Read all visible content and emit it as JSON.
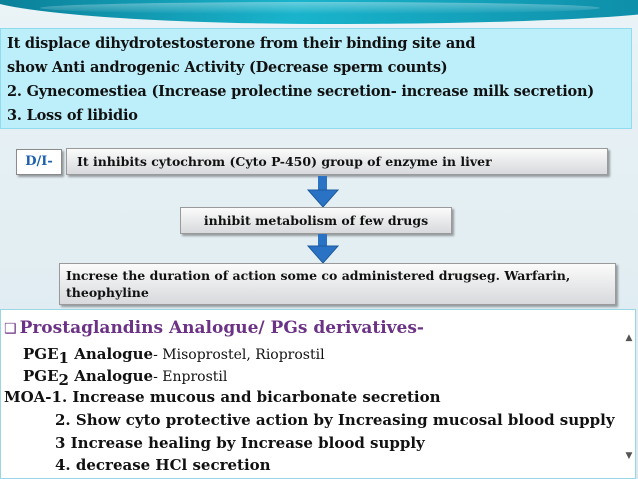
{
  "cyan_box": {
    "lines": [
      "It displace dihydrotestosterone from their binding site and",
      "show  Anti  androgenic Activity (Decrease sperm counts)",
      "2. Gynecomestiea (Increase prolectine secretion- increase milk secretion)",
      "3. Loss of libidio"
    ]
  },
  "flow": {
    "di_label": "D/I-",
    "step1": "It inhibits cytochrom (Cyto P-450) group of enzyme in liver",
    "step2": "inhibit metabolism of few drugs",
    "step3": "Increse the duration of action some co administered drugseg. Warfarin, theophyline",
    "arrow_color": "#2a73c4"
  },
  "moa": {
    "title": "Prostaglandins Analogue/ PGs derivatives-",
    "pge1_label_a": "PGE",
    "pge1_sub": "1",
    "pge1_label_b": " Analogue",
    "pge1_rest": "- Misoprostel, Rioprostil",
    "pge2_label_a": "PGE",
    "pge2_sub": "2",
    "pge2_label_b": " Analogue",
    "pge2_rest": "- Enprostil",
    "lines": [
      "MOA-1. Increase mucous and bicarbonate secretion",
      "2. Show cyto protective action by Increasing mucosal blood supply",
      "3 Increase healing by Increase blood supply",
      "4. decrease HCl secretion"
    ]
  },
  "colors": {
    "accent_purple": "#6b3285",
    "cyan_fill": "#bdeffa",
    "di_text": "#1d5fb0"
  },
  "icons": {
    "bullet": "checkbox-bullet-icon",
    "scroll_up": "scroll-up-icon",
    "scroll_down": "scroll-down-icon"
  }
}
